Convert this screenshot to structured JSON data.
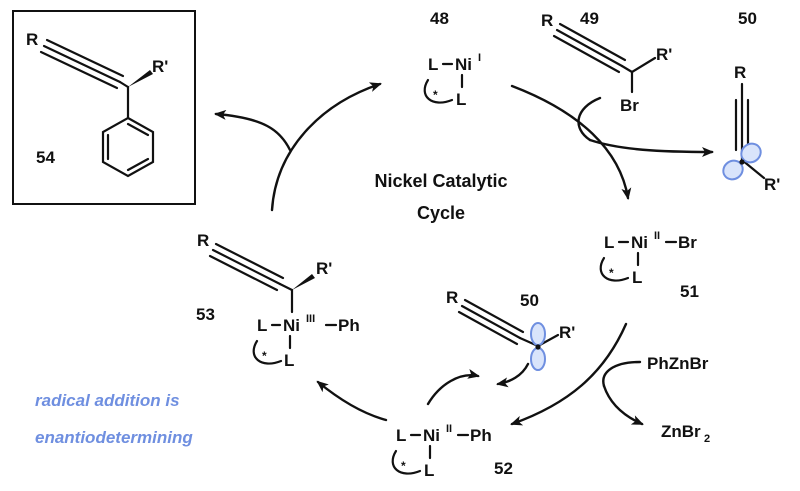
{
  "title_line1": "Nickel Catalytic",
  "title_line2": "Cycle",
  "note_line1": "radical addition is",
  "note_line2": "enantiodetermining",
  "colors": {
    "accent": "#6f8fe0",
    "orbital_fill": "#d9e4fb",
    "ink": "#111111"
  },
  "compounds": {
    "c48": {
      "number": "48",
      "ligand": "L",
      "metal": "Ni",
      "oxidation": "I",
      "star": "*"
    },
    "c49": {
      "number": "49",
      "r": "R",
      "r_prime": "R'",
      "halide": "Br"
    },
    "c50a": {
      "number": "50",
      "r": "R",
      "r_prime": "R'"
    },
    "c50b": {
      "number": "50",
      "r": "R",
      "r_prime": "R'"
    },
    "c51": {
      "number": "51",
      "ligand": "L",
      "metal": "Ni",
      "oxidation": "II",
      "halide": "Br",
      "star": "*"
    },
    "c52": {
      "number": "52",
      "ligand": "L",
      "metal": "Ni",
      "oxidation": "II",
      "aryl": "Ph",
      "star": "*"
    },
    "c53": {
      "number": "53",
      "r": "R",
      "r_prime": "R'",
      "ligand": "L",
      "metal": "Ni",
      "oxidation": "III",
      "aryl": "Ph",
      "star": "*"
    },
    "c54": {
      "number": "54",
      "r": "R",
      "r_prime": "R'"
    }
  },
  "reagents": {
    "reagent": "PhZnBr",
    "byproduct": "ZnBr",
    "byproduct_subscript": "2"
  }
}
